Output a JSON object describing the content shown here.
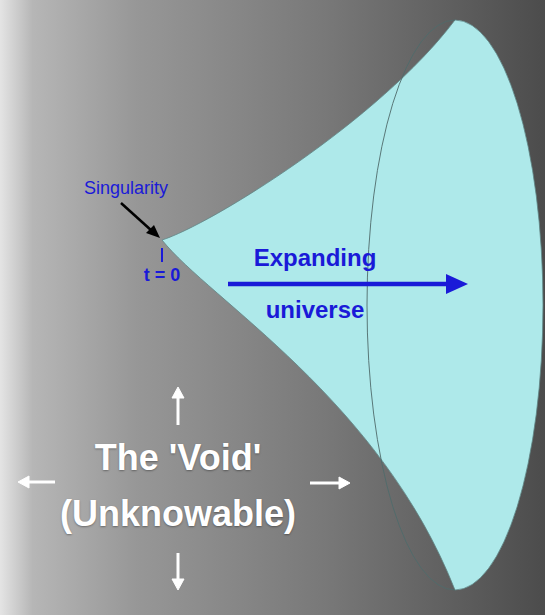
{
  "diagram": {
    "nodes": [
      {
        "text": [
          "Expanding universe"
        ]
      }
    ],
    "labels": [
      "Singularity",
      "t = 0",
      "The 'Void' (Unknowable)"
    ]
  }
}
